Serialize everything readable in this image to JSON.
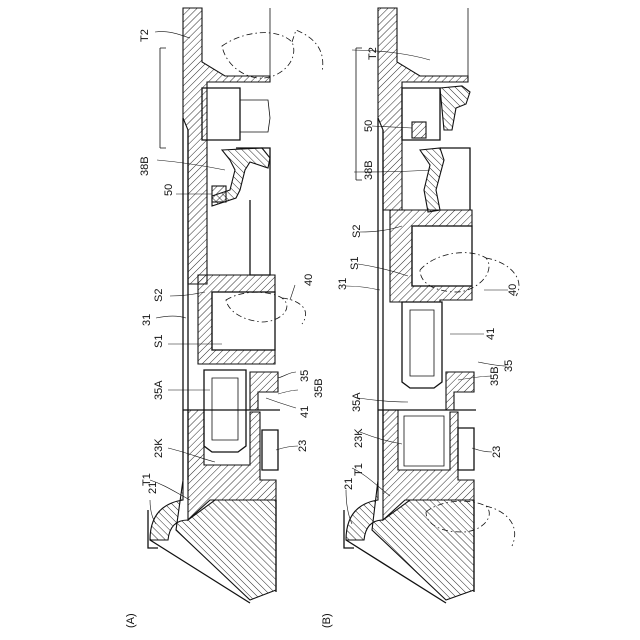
{
  "panels": [
    {
      "id": "A",
      "caption": "(A)",
      "labels": {
        "T2": "T2",
        "38B": "38B",
        "50": "50",
        "S2": "S2",
        "31": "31",
        "S1": "S1",
        "35A": "35A",
        "23K": "23K",
        "T1": "T1",
        "21": "21",
        "40": "40",
        "35": "35",
        "35B": "35B",
        "41": "41",
        "23": "23"
      }
    },
    {
      "id": "B",
      "caption": "(B)",
      "labels": {
        "T2": "T2",
        "50": "50",
        "38B": "38B",
        "S2": "S2",
        "S1": "S1",
        "31": "31",
        "35A": "35A",
        "23K": "23K",
        "T1": "T1",
        "21": "21",
        "40": "40",
        "41": "41",
        "35B": "35B",
        "35": "35",
        "23": "23"
      }
    }
  ]
}
